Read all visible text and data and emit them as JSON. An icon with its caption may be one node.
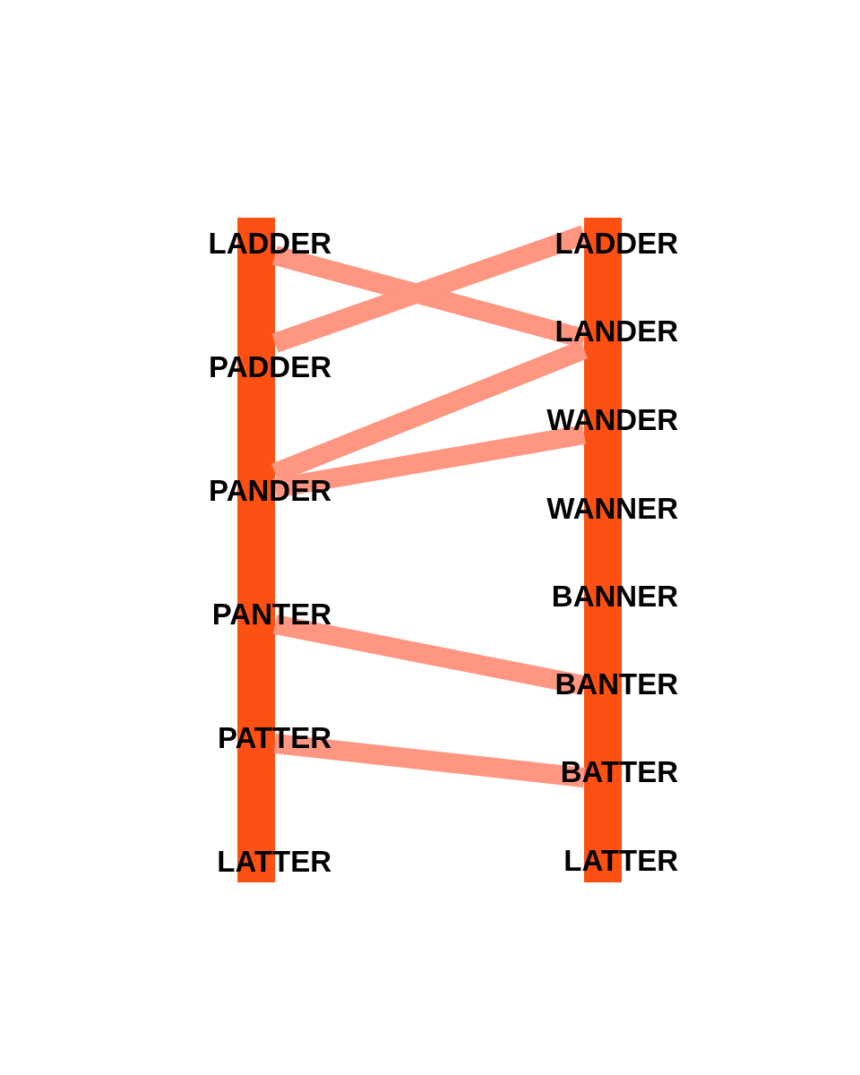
{
  "diagram": {
    "nodes": [
      {
        "text": [],
        "shape": "bar"
      },
      {
        "text": [
          "LADDER"
        ]
      },
      {
        "text": [
          "PADDER"
        ]
      },
      {
        "text": [
          "PANDER"
        ]
      },
      {
        "text": [
          "PANTER"
        ]
      },
      {
        "text": [
          "PATTER"
        ]
      },
      {
        "text": [
          "LATTER"
        ]
      },
      {
        "text": [],
        "shape": "bar"
      },
      {
        "text": [
          "LADDER"
        ]
      },
      {
        "text": [
          "LANDER"
        ]
      },
      {
        "text": [
          "WANDER"
        ]
      },
      {
        "text": [
          "WANNER"
        ]
      },
      {
        "text": [
          "BANNER"
        ]
      },
      {
        "text": [
          "BANTER"
        ]
      },
      {
        "text": [
          "BATTER"
        ]
      },
      {
        "text": [
          "LATTER"
        ]
      }
    ],
    "edges": [
      {
        "from": 1,
        "to": 9,
        "arrow": "none"
      },
      {
        "from": 2,
        "to": 8,
        "arrow": "none"
      },
      {
        "from": 3,
        "to": 9,
        "arrow": "none"
      },
      {
        "from": 3,
        "to": 10,
        "arrow": "none"
      },
      {
        "from": 4,
        "to": 13,
        "arrow": "none"
      },
      {
        "from": 5,
        "to": 14,
        "arrow": "none"
      }
    ]
  }
}
